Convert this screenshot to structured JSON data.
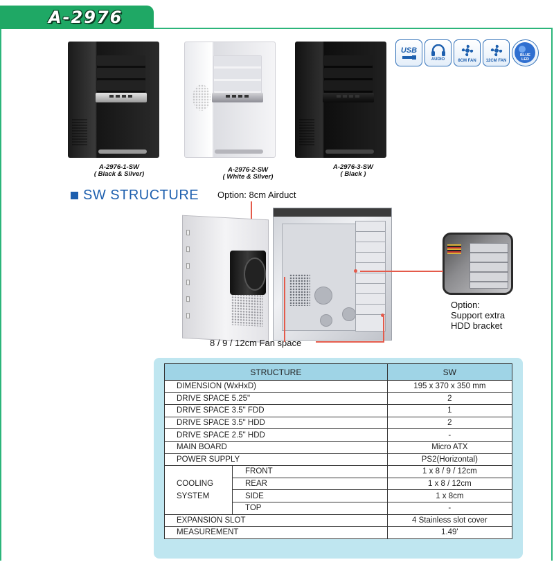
{
  "header": {
    "model": "A-2976"
  },
  "feature_icons": [
    {
      "name": "usb",
      "label": "USB"
    },
    {
      "name": "audio",
      "label": "AUDIO"
    },
    {
      "name": "fan-8cm",
      "label": "8CM FAN"
    },
    {
      "name": "fan-12cm",
      "label": "12CM FAN"
    },
    {
      "name": "blue-led",
      "label": "BLUE LED"
    }
  ],
  "products": [
    {
      "code": "A-2976-1-SW",
      "finish": "( Black & Silver)"
    },
    {
      "code": "A-2976-2-SW",
      "finish": "( White & Silver)"
    },
    {
      "code": "A-2976-3-SW",
      "finish": "( Black )"
    }
  ],
  "structure": {
    "heading": "SW STRUCTURE",
    "airduct_callout": "Option: 8cm Airduct",
    "fan_callout": "8 / 9 / 12cm Fan space",
    "hdd_callout": [
      "Option:",
      "Support extra",
      "HDD bracket"
    ]
  },
  "spec_table": {
    "headers": [
      "STRUCTURE",
      "SW"
    ],
    "rows": [
      {
        "label": "DIMENSION (WxHxD)",
        "value": "195 x 370 x 350 mm"
      },
      {
        "label": "DRIVE SPACE 5.25\"",
        "value": "2"
      },
      {
        "label": "DRIVE SPACE 3.5\" FDD",
        "value": "1"
      },
      {
        "label": "DRIVE SPACE 3.5\" HDD",
        "value": "2"
      },
      {
        "label": "DRIVE SPACE 2.5\" HDD",
        "value": "-"
      },
      {
        "label": "MAIN BOARD",
        "value": "Micro ATX"
      },
      {
        "label": "POWER SUPPLY",
        "value": "PS2(Horizontal)"
      }
    ],
    "cooling": {
      "label_line1": "COOLING",
      "label_line2": "SYSTEM",
      "rows": [
        {
          "label": "FRONT",
          "value": "1 x 8 / 9 / 12cm"
        },
        {
          "label": "REAR",
          "value": "1 x 8 / 12cm"
        },
        {
          "label": "SIDE",
          "value": "1 x 8cm"
        },
        {
          "label": "TOP",
          "value": "-"
        }
      ]
    },
    "tail_rows": [
      {
        "label": "EXPANSION SLOT",
        "value": "4 Stainless slot cover"
      },
      {
        "label": "MEASUREMENT",
        "value": "1.49'"
      }
    ]
  },
  "colors": {
    "accent_green": "#1fa865",
    "accent_blue": "#1d5fae",
    "table_bg": "#bfe6f0",
    "pointer_red": "#e45a4a"
  }
}
